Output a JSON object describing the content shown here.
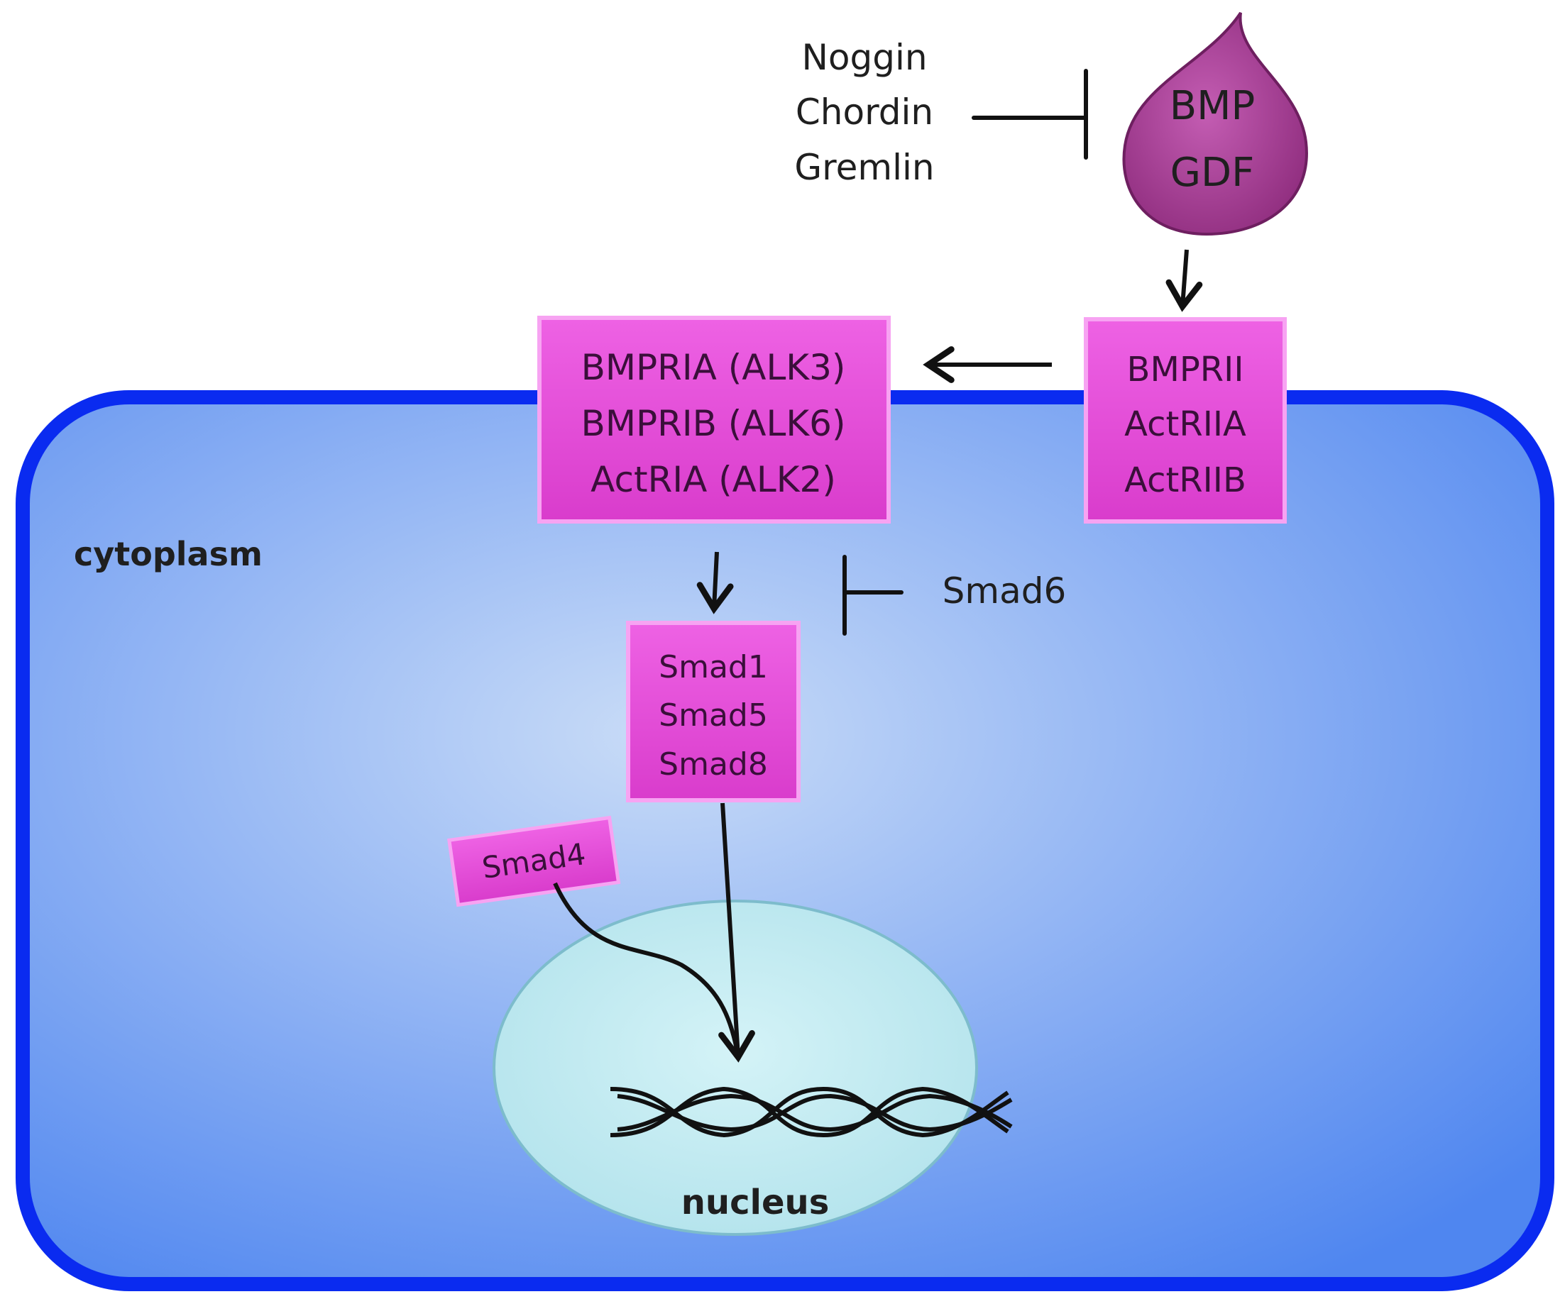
{
  "inhibitors": {
    "line1": "Noggin",
    "line2": "Chordin",
    "line3": "Gremlin"
  },
  "ligand": {
    "line1": "BMP",
    "line2": "GDF"
  },
  "type1_receptor": {
    "line1": "BMPRIA (ALK3)",
    "line2": "BMPRIB (ALK6)",
    "line3": "ActRIA (ALK2)"
  },
  "type2_receptor": {
    "line1": "BMPRII",
    "line2": "ActRIIA",
    "line3": "ActRIIB"
  },
  "cytoplasm_label": "cytoplasm",
  "smad6_label": "Smad6",
  "rsmads": {
    "line1": "Smad1",
    "line2": "Smad5",
    "line3": "Smad8"
  },
  "smad4_label": "Smad4",
  "nucleus_label": "nucleus",
  "colors": {
    "membrane": "#0a2bf0",
    "cytoplasm_center": "#c9dcf7",
    "cytoplasm_edge": "#4f86f0",
    "receptor_box": "#e24bd6",
    "ligand_drop": "#a83f96",
    "nucleus": "#c4ecf2"
  }
}
